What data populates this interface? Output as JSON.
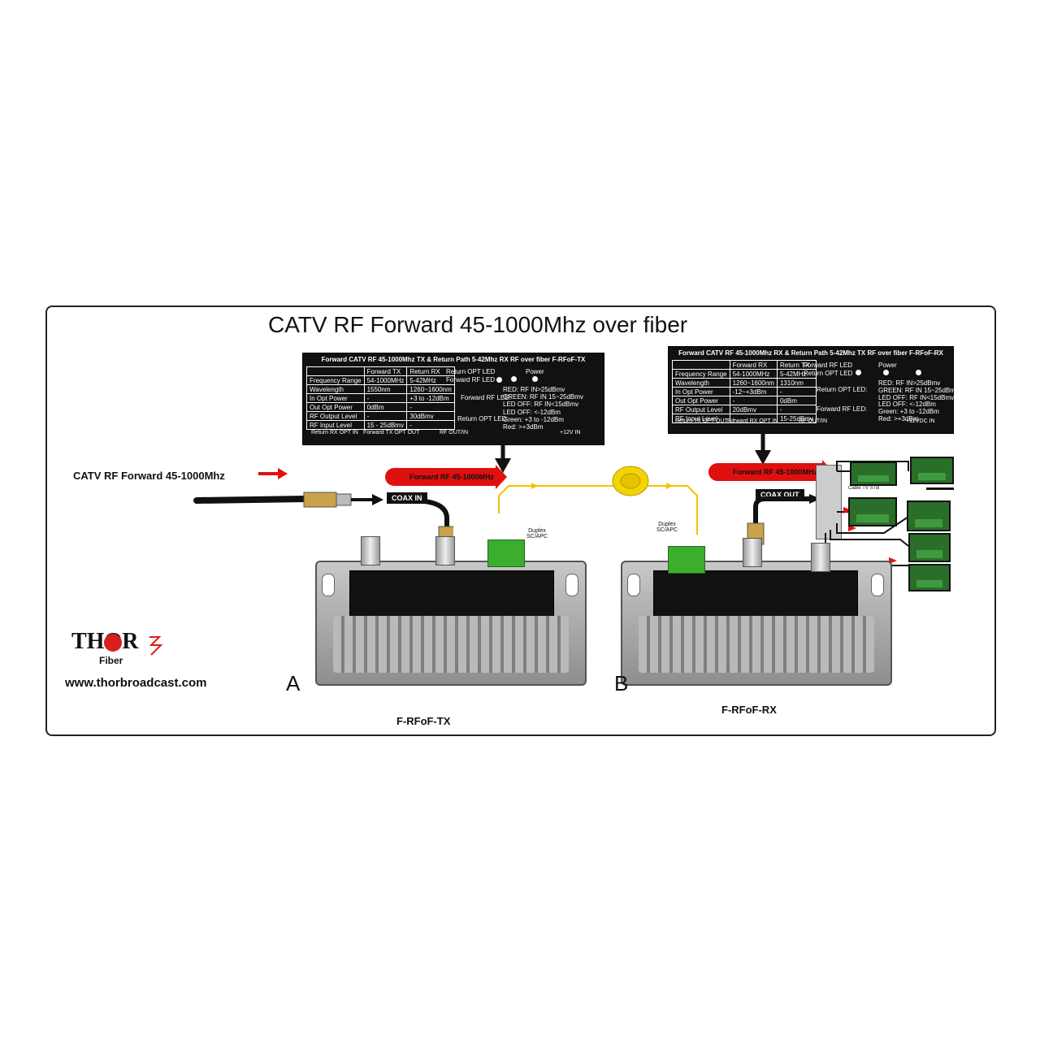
{
  "title": "CATV RF Forward 45-1000Mhz  over fiber",
  "left_label": "CATV RF Forward 45-1000Mhz",
  "website": "www.thorbroadcast.com",
  "logo": {
    "brand": "THOR",
    "sub": "Fiber",
    "colors": {
      "text": "#111111",
      "globe": "#d81e1e"
    }
  },
  "colors": {
    "arrow_red": "#e01010",
    "fiber_yellow": "#f2c200",
    "port_green": "#3cae2e",
    "panel": "#111111"
  },
  "tx_panel": {
    "title": "Forward CATV RF 45-1000Mhz TX & Return Path 5-42Mhz RX RF over fiber F-RFoF-TX",
    "headers": [
      "",
      "Forward TX",
      "Return RX"
    ],
    "rows": [
      [
        "Frequency Range",
        "54-1000MHz",
        "5-42MHz"
      ],
      [
        "Wavelength",
        "1550nm",
        "1260~1600nm"
      ],
      [
        "In Opt Power",
        "-",
        "+3 to -12dBm"
      ],
      [
        "Out Opt Power",
        "0dBm",
        "-"
      ],
      [
        "RF Output Level",
        "-",
        "30dBmv"
      ],
      [
        "RF Input Level",
        "15 - 25dBmv",
        "-"
      ]
    ],
    "led_labels": {
      "return_opt": "Return OPT LED",
      "forward_rf": "Forward RF LED",
      "power": "Power"
    },
    "forward_rf_led_title": "Forward RF LED:",
    "forward_rf_led_desc": [
      "RED: RF IN>25dBmv",
      "GREEN: RF IN 15~25dBmv",
      "LED OFF: RF IN<15dBmv"
    ],
    "return_opt_led_title": "Return OPT LED:",
    "return_opt_led_desc": [
      "LED OFF: <-12dBm",
      "Green: +3 to -12dBm",
      "Red: >+3dBm"
    ],
    "ports": [
      "Return RX OPT IN",
      "Forward TX OPT OUT",
      "RF OUT/IN",
      "+12V IN"
    ]
  },
  "rx_panel": {
    "title": "Forward CATV RF 45-1000Mhz RX & Return Path 5-42Mhz TX RF over fiber F-RFoF-RX",
    "headers": [
      "",
      "Forward RX",
      "Return TX"
    ],
    "rows": [
      [
        "Frequency Range",
        "54-1000MHz",
        "5-42MHz"
      ],
      [
        "Wavelength",
        "1260~1600nm",
        "1310nm"
      ],
      [
        "In Opt Power",
        "-12~+3dBm",
        "-"
      ],
      [
        "Out Opt Power",
        "-",
        "0dBm"
      ],
      [
        "RF Output Level",
        "20dBmv",
        "-"
      ],
      [
        "RF Input Level",
        "-",
        "15-25dBmv"
      ]
    ],
    "led_labels": {
      "forward_rf": "Forward RF LED",
      "return_opt": "Return OPT LED",
      "power": "Power"
    },
    "return_opt_led_title": "Return OPT LED:",
    "return_opt_led_desc": [
      "RED: RF IN>25dBmv",
      "GREEN: RF IN 15~25dBmv",
      "LED OFF: RF IN<15dBmv"
    ],
    "forward_rf_led_title": "Forward RF LED:",
    "forward_rf_led_desc": [
      "LED OFF: <-12dBm",
      "Green: +3 to -12dBm",
      "Red: >+3dBm"
    ],
    "ports": [
      "Return TX OPT OUT",
      "Forward RX OPT IN",
      "RF OUT/IN",
      "+12VDC IN"
    ]
  },
  "arrow_tx": "Forward RF 45-1000MHz",
  "arrow_rx": "Forward RF 45-1000MHz",
  "coax_in": "COAX IN",
  "coax_out": "COAX OUT",
  "duplex_left": [
    "Duplex",
    "SC/APC"
  ],
  "duplex_right": [
    "Duplex",
    "SC/APC"
  ],
  "stb_label": "Cable TV STB",
  "device_a_letter": "A",
  "device_b_letter": "B",
  "device_a_name": "F-RFoF-TX",
  "device_b_name": "F-RFoF-RX"
}
